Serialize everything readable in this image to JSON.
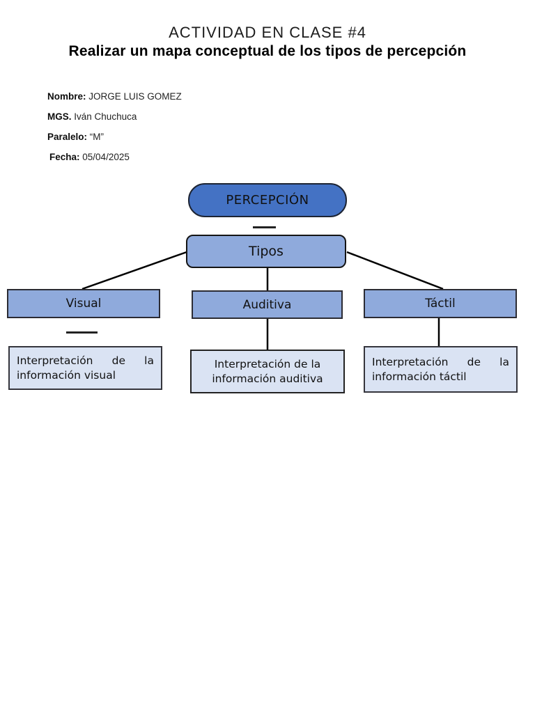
{
  "header": {
    "title": "ACTIVIDAD EN CLASE #4",
    "subtitle": "Realizar un mapa conceptual de los tipos de percepción"
  },
  "info": {
    "fields": [
      {
        "label": "Nombre:",
        "value": "JORGE LUIS GOMEZ"
      },
      {
        "label": "MGS.",
        "value": "Iván Chuchuca"
      },
      {
        "label": "Paralelo:",
        "value": "“M”"
      },
      {
        "label": "Fecha:",
        "value": "05/04/2025"
      }
    ]
  },
  "diagram": {
    "root": "PERCEPCIÓN",
    "level2": "Tipos",
    "branches": [
      {
        "type": "Visual",
        "description": "Interpretación de la información visual"
      },
      {
        "type": "Auditiva",
        "description": "Interpretación de la información auditiva"
      },
      {
        "type": "Táctil",
        "description": "Interpretación de la información táctil"
      }
    ],
    "colors": {
      "root_fill": "#4472C4",
      "node_fill": "#8FAADC",
      "description_fill": "#DAE3F3",
      "line": "#000000"
    }
  }
}
